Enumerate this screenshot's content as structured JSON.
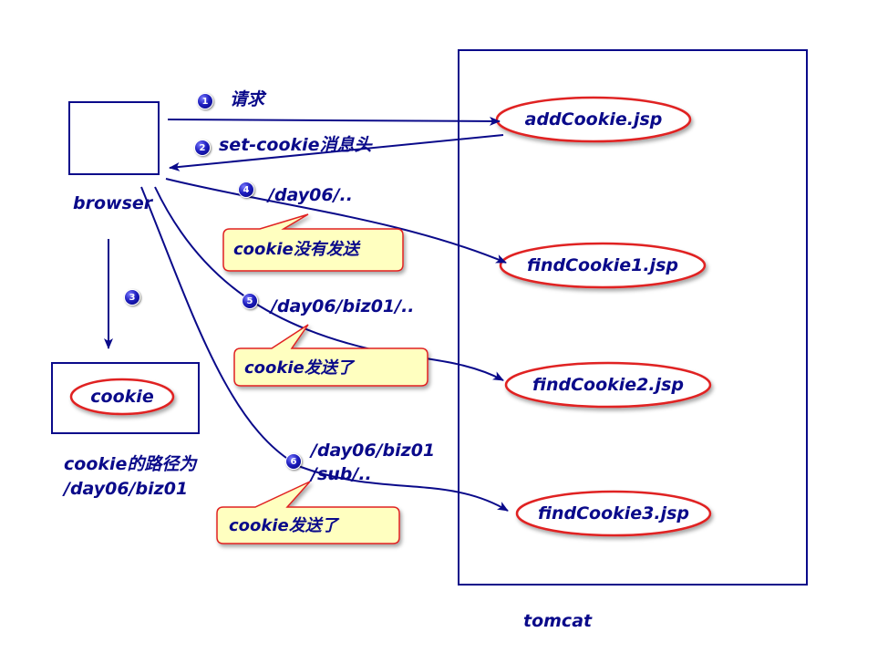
{
  "labels": {
    "browser": "browser",
    "tomcat": "tomcat",
    "cookie_store": "cookie",
    "cookie_path_line1": "cookie的路径为",
    "cookie_path_line2": "/day06/biz01"
  },
  "pages": [
    "addCookie.jsp",
    "findCookie1.jsp",
    "findCookie2.jsp",
    "findCookie3.jsp"
  ],
  "steps": [
    {
      "num": "1",
      "label": "请求"
    },
    {
      "num": "2",
      "label": "set-cookie消息头"
    },
    {
      "num": "3",
      "label": ""
    },
    {
      "num": "4",
      "label": "/day06/.."
    },
    {
      "num": "5",
      "label": "/day06/biz01/.."
    },
    {
      "num": "6",
      "label_line1": "/day06/biz01",
      "label_line2": "/sub/.."
    }
  ],
  "callouts": [
    "cookie没有发送",
    "cookie发送了",
    "cookie发送了"
  ],
  "colors": {
    "line": "#0a0a8a",
    "ellipse_border": "#e02020",
    "callout_fill": "#ffffc0",
    "callout_border": "#e02020",
    "text": "#0a0a8a"
  }
}
